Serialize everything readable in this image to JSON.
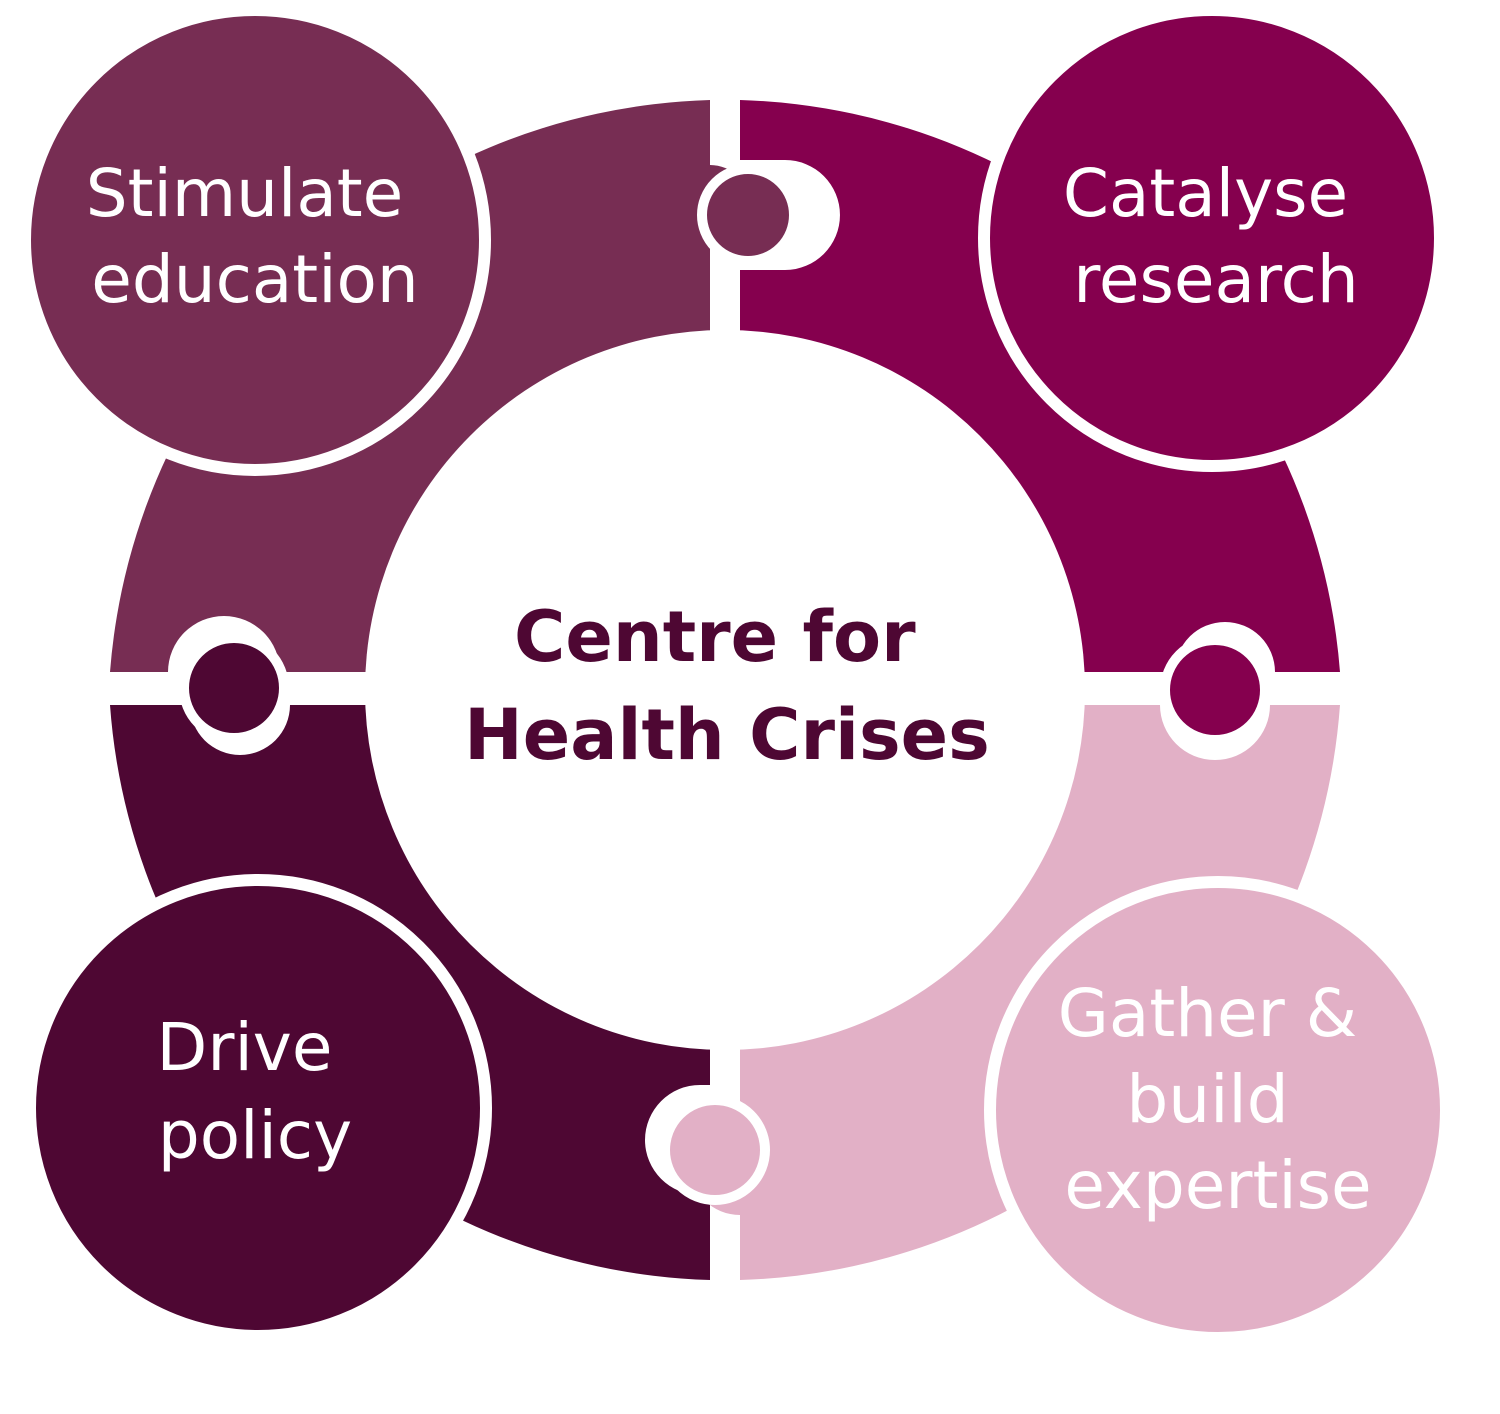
{
  "center": {
    "lines": [
      "Centre for",
      "Health Crises"
    ],
    "color": "#4e0733"
  },
  "nodes": [
    {
      "id": "stimulate-education",
      "lines": [
        "Stimulate",
        "education"
      ],
      "color": "#772d53",
      "text_color": "#ffffff"
    },
    {
      "id": "catalyse-research",
      "lines": [
        "Catalyse",
        "research"
      ],
      "color": "#85004e",
      "text_color": "#ffffff"
    },
    {
      "id": "drive-policy",
      "lines": [
        "Drive",
        "policy"
      ],
      "color": "#4e0733",
      "text_color": "#ffffff"
    },
    {
      "id": "gather-build-expertise",
      "lines": [
        "Gather &",
        "build",
        "expertise"
      ],
      "color": "#e2b0c6",
      "text_color": "#ffffff"
    }
  ]
}
